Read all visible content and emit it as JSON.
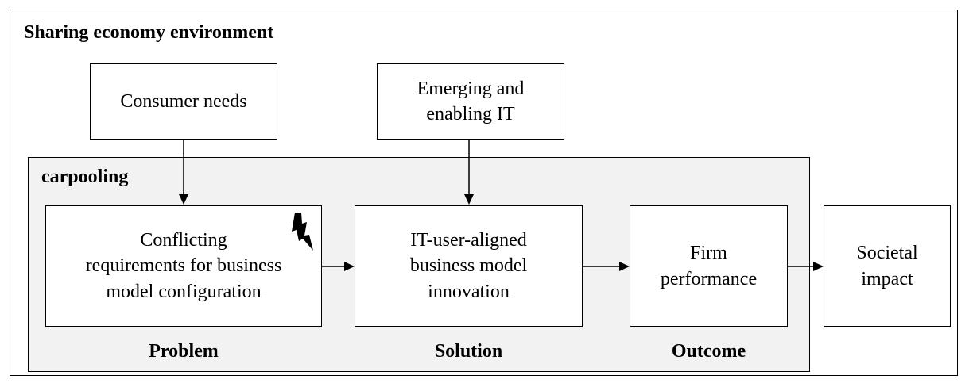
{
  "environment": {
    "title": "Sharing economy environment"
  },
  "scope": {
    "title": "carpooling"
  },
  "inputs": {
    "consumer_needs": [
      "Consumer needs"
    ],
    "emerging_it": [
      "Emerging and",
      "enabling IT"
    ]
  },
  "process": {
    "problem_box": [
      "Conflicting",
      "requirements for business",
      "model configuration"
    ],
    "solution_box": [
      "IT-user-aligned",
      "business model",
      "innovation"
    ],
    "outcome_box": [
      "Firm",
      "performance"
    ],
    "impact_box": [
      "Societal",
      "impact"
    ]
  },
  "phases": {
    "problem": "Problem",
    "solution": "Solution",
    "outcome": "Outcome"
  },
  "icons": {
    "conflict": "lightning-bolt-icon"
  },
  "colors": {
    "scope_background": "#f2f2f2",
    "box_background": "#ffffff",
    "line": "#000000"
  }
}
